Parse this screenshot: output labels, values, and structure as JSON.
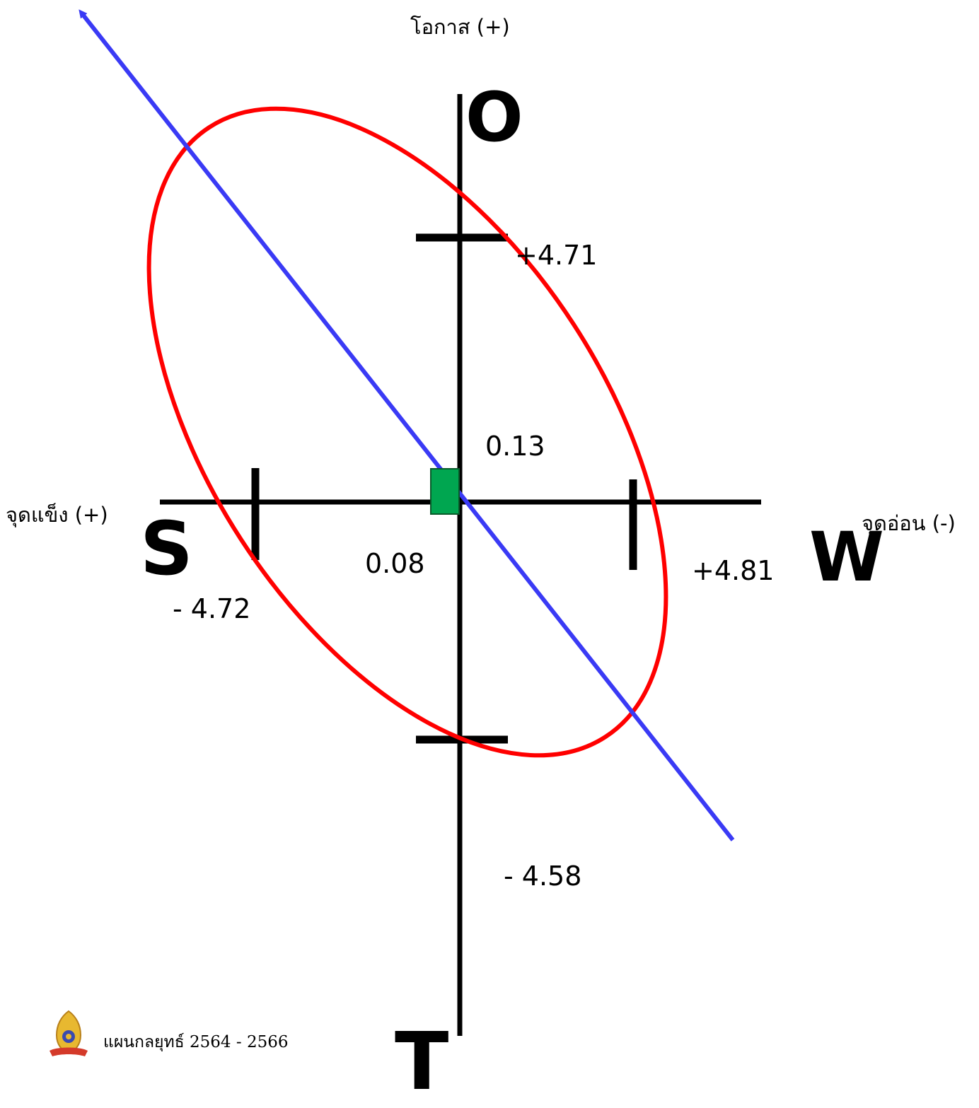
{
  "title": {
    "text": "",
    "fill": "#FF0000",
    "stroke": "#1a8a1a"
  },
  "axes": {
    "opportunity_label": "โอกาส (+)",
    "strength_label": "จุดแข็ง (+)",
    "weakness_label": "จุดอ่อน (-)",
    "letter_o": "O",
    "letter_s": "S",
    "letter_w": "W",
    "letter_t": "T"
  },
  "values": {
    "opportunity": "+4.71",
    "threat": "- 4.58",
    "strength": "- 4.72",
    "weakness": "+4.81",
    "vertical_result": "0.13",
    "horizontal_result": "0.08"
  },
  "colors": {
    "ellipse": "#FF0000",
    "arrow": "#3A3AF5",
    "marker": "#00A650",
    "axis": "#000000"
  },
  "footer": {
    "icon": "royal-emblem-icon",
    "text": "แผนกลยุทธ์ 2564 - 2566"
  }
}
